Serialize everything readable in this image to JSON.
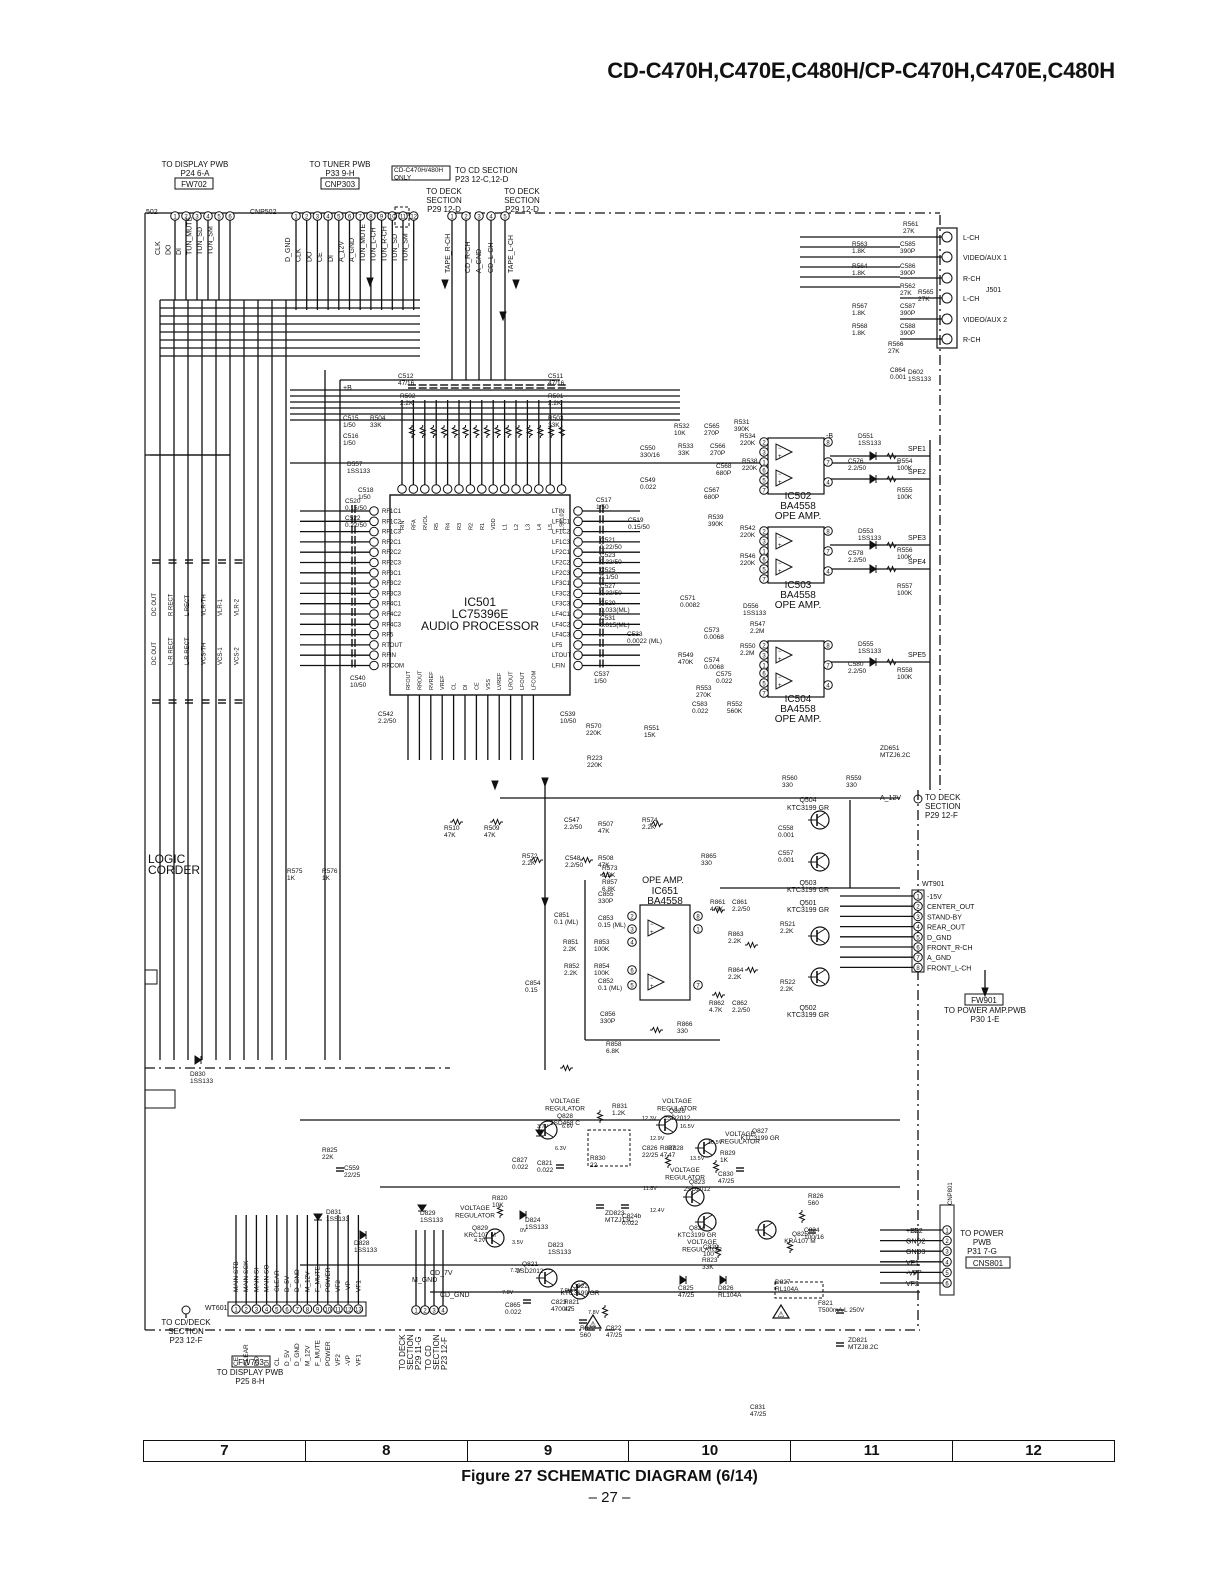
{
  "header": {
    "title": "CD-C470H,C470E,C480H/CP-C470H,C470E,C480H"
  },
  "connectors": {
    "to_display_top": [
      "TO DISPLAY PWB",
      "P24 6-A",
      "FW702"
    ],
    "to_tuner": [
      "TO TUNER PWB",
      "P33 9-H",
      "CNP303"
    ],
    "cd_only": [
      "CD-C470H/480H",
      "ONLY"
    ],
    "to_cd_top": [
      "TO CD SECTION",
      "P23 12-C,12-D"
    ],
    "to_deck_a": [
      "TO DECK",
      "SECTION",
      "P29 12-D"
    ],
    "to_deck_b": [
      "TO DECK",
      "SECTION",
      "P29 12-D"
    ],
    "to_deck_right": [
      "TO DECK",
      "SECTION",
      "P29 12-F"
    ],
    "to_power_amp": [
      "FW901",
      "TO POWER AMP.PWB",
      "P30 1-E"
    ],
    "to_power_pwb": [
      "TO POWER",
      "PWB",
      "P31 7-G",
      "CNS801"
    ],
    "to_cd_deck_bl": [
      "TO CD/DECK",
      "SECTION",
      "P23 12-F"
    ],
    "to_display_bl": [
      "FW703",
      "TO DISPLAY PWB",
      "P25 8-H"
    ],
    "cnp502": "CNP502",
    "j501": "J501",
    "wt901": "WT901",
    "wt601": "WT601",
    "cnp801": "CNP801"
  },
  "pin_labels": {
    "fw702": [
      "CLK",
      "DO",
      "DI",
      "TUN_MUTE",
      "TUN_SD",
      "TUN_SM"
    ],
    "cnp502": [
      "D_GND",
      "CLK",
      "DO",
      "CE",
      "DI",
      "A_12V",
      "A_GND",
      "TUN_MUTE",
      "TUN_L-CH",
      "TUN_R-CH",
      "TUN_SD",
      "TUN_SM"
    ],
    "deck_cd": [
      "TAPE_R-CH",
      "CD_R-CH",
      "A_GND",
      "CD_L-CH",
      "TAPE_L-CH"
    ],
    "jack": [
      "L-CH",
      "VIDEO/AUX 1",
      "R-CH",
      "L-CH",
      "VIDEO/AUX 2",
      "R-CH"
    ],
    "spe": [
      "SPE1",
      "SPE2",
      "SPE3",
      "SPE4",
      "SPE5"
    ],
    "wt901": [
      "-15V",
      "CENTER_OUT",
      "STAND-BY",
      "REAR_OUT",
      "D_GND",
      "FRONT_R-CH",
      "A_GND",
      "FRONT_L-CH"
    ],
    "cns801": [
      "+B2",
      "GND2",
      "GND3",
      "VF1",
      "-VP",
      "VF2"
    ],
    "wt601": [
      "CE",
      "CLEAR",
      "DO",
      "DI",
      "CL",
      "D_5V",
      "D_GND",
      "M_12V",
      "F_MUTE",
      "POWER",
      "VF2",
      "-VP",
      "VF1"
    ],
    "wt601_upper": [
      "MAIN STB",
      "MAIN SCK",
      "MAIN SI",
      "MAIN SO",
      "CLEAR",
      "D_5V",
      "D_GND",
      "M_12V",
      "F_MUTE",
      "POWER",
      "VF2",
      "-VP",
      "VF1"
    ],
    "left_labels": [
      "DC OUT",
      "R RECT",
      "L RECT",
      "VLR-TH",
      "VLR-1",
      "VLR-2",
      "DC OUT",
      "L-R RECT",
      "L-R RECT",
      "VCS-TH",
      "VCS-1",
      "VCS-2"
    ],
    "logic": [
      "LOGIC",
      "CORDER"
    ]
  },
  "ics": [
    {
      "ref": "IC501",
      "part": "LC75396E",
      "desc": "AUDIO PROCESSOR"
    },
    {
      "ref": "IC502",
      "part": "BA4558",
      "desc": "OPE AMP."
    },
    {
      "ref": "IC503",
      "part": "BA4558",
      "desc": "OPE AMP."
    },
    {
      "ref": "IC504",
      "part": "BA4558",
      "desc": "OPE AMP."
    },
    {
      "ref": "IC651",
      "part": "BA4558",
      "desc": "OPE AMP."
    }
  ],
  "ic501_pins_left": [
    "RF1C1",
    "RF1C2",
    "RF1C3",
    "RF2C1",
    "RF2C2",
    "RF2C3",
    "RF3C1",
    "RF3C2",
    "RF3C3",
    "RF4C1",
    "RF4C2",
    "RF4C3",
    "RF5",
    "RTOUT",
    "RFIN",
    "RFCOM"
  ],
  "ic501_pins_right": [
    "LTIN",
    "LF1C1",
    "LF1C2",
    "LF1C3",
    "LF2C1",
    "LF2C2",
    "LF2C3",
    "LF3C1",
    "LF3C2",
    "LF3C3",
    "LF4C1",
    "LF4C2",
    "LF4C3",
    "LF5",
    "LTOUT",
    "LFIN"
  ],
  "transistors": [
    {
      "ref": "Q504",
      "part": "KTC3199 GR"
    },
    {
      "ref": "Q503",
      "part": "KTC3199 GR"
    },
    {
      "ref": "Q501",
      "part": "KTC3199 GR"
    },
    {
      "ref": "Q502",
      "part": "KTC3199 GR"
    },
    {
      "ref": "Q828",
      "part": "2SD468 C",
      "role": "VOLTAGE REGULATOR"
    },
    {
      "ref": "Q826",
      "part": "2SD2012",
      "role": "VOLTAGE REGULATOR"
    },
    {
      "ref": "Q827",
      "part": "KTC3199 GR",
      "role": "VOLTAGE REGULATOR"
    },
    {
      "ref": "Q823",
      "part": "2SD2012",
      "role": "VOLTAGE REGULATOR"
    },
    {
      "ref": "Q824",
      "part": "KTC3199 GR",
      "role": "VOLTAGE REGULATOR"
    },
    {
      "ref": "Q829",
      "part": "KRC107 M",
      "role": "VOLTAGE REGULATOR"
    },
    {
      "ref": "Q821",
      "part": "2SD2012"
    },
    {
      "ref": "Q822",
      "part": "KTC3199 GR"
    },
    {
      "ref": "Q825",
      "part": "KRA107 M",
      "role": "SWITCHING"
    }
  ],
  "components": [
    [
      "R561",
      "27K"
    ],
    [
      "R563",
      "1.8K"
    ],
    [
      "C585",
      "390P"
    ],
    [
      "R564",
      "1.8K"
    ],
    [
      "C586",
      "390P"
    ],
    [
      "R562",
      "27K"
    ],
    [
      "R565",
      "27K"
    ],
    [
      "R567",
      "1.8K"
    ],
    [
      "C587",
      "390P"
    ],
    [
      "R568",
      "1.8K"
    ],
    [
      "C588",
      "390P"
    ],
    [
      "R566",
      "27K"
    ],
    [
      "C864",
      "0.001"
    ],
    [
      "D602",
      "1SS133"
    ],
    [
      "C512",
      "47/16"
    ],
    [
      "C511",
      "47/16"
    ],
    [
      "R502",
      "2.2K"
    ],
    [
      "R501",
      "2.2K"
    ],
    [
      "C515",
      "1/50"
    ],
    [
      "R504",
      "33K"
    ],
    [
      "R503",
      "33K"
    ],
    [
      "C516",
      "1/50"
    ],
    [
      "C518",
      "1/50"
    ],
    [
      "C520",
      "0.15/50"
    ],
    [
      "C522",
      "0.22/50"
    ],
    [
      "C550",
      "330/16"
    ],
    [
      "C549",
      "0.022"
    ],
    [
      "C517",
      "1/50"
    ],
    [
      "C519",
      "0.15/50"
    ],
    [
      "C521",
      "0.22/50"
    ],
    [
      "C523",
      "0.22/50"
    ],
    [
      "C525",
      "0.1/50"
    ],
    [
      "C527",
      "0.22/50"
    ],
    [
      "C529",
      "0.033(ML)"
    ],
    [
      "C531",
      "0.015(ML)"
    ],
    [
      "C533",
      "0.0022 (ML)"
    ],
    [
      "C537",
      "1/50"
    ],
    [
      "C539",
      "10/50"
    ],
    [
      "C540",
      "10/50"
    ],
    [
      "C542",
      "2.2/50"
    ],
    [
      "R570",
      "220K"
    ],
    [
      "R551",
      "15K"
    ],
    [
      "R223",
      "220K"
    ],
    [
      "D557",
      "1SS133"
    ],
    [
      "D551",
      "1SS133"
    ],
    [
      "D556",
      "1SS133"
    ],
    [
      "R532",
      "10K"
    ],
    [
      "C565",
      "270P"
    ],
    [
      "R531",
      "390K"
    ],
    [
      "R534",
      "220K"
    ],
    [
      "R533",
      "33K"
    ],
    [
      "C566",
      "270P"
    ],
    [
      "R538",
      "220K"
    ],
    [
      "C568",
      "680P"
    ],
    [
      "C567",
      "680P"
    ],
    [
      "C576",
      "2.2/50"
    ],
    [
      "R554",
      "100K"
    ],
    [
      "R555",
      "100K"
    ],
    [
      "R539",
      "390K"
    ],
    [
      "R542",
      "220K"
    ],
    [
      "R546",
      "220K"
    ],
    [
      "C578",
      "2.2/50"
    ],
    [
      "R556",
      "100K"
    ],
    [
      "R557",
      "100K"
    ],
    [
      "C571",
      "0.0082"
    ],
    [
      "R547",
      "2.2M"
    ],
    [
      "C573",
      "0.0068"
    ],
    [
      "R550",
      "2.2M"
    ],
    [
      "R549",
      "470K"
    ],
    [
      "C574",
      "0.0068"
    ],
    [
      "C575",
      "0.022"
    ],
    [
      "R553",
      "270K"
    ],
    [
      "C583",
      "0.022"
    ],
    [
      "R552",
      "560K"
    ],
    [
      "C580",
      "2.2/50"
    ],
    [
      "R558",
      "100K"
    ],
    [
      "D555",
      "1SS133"
    ],
    [
      "D553",
      "1SS133"
    ],
    [
      "R560",
      "330"
    ],
    [
      "R559",
      "330"
    ],
    [
      "ZD651",
      "MTZJ6.2C"
    ],
    [
      "C547",
      "2.2/50"
    ],
    [
      "R507",
      "47K"
    ],
    [
      "R574",
      "2.2K"
    ],
    [
      "R510",
      "47K"
    ],
    [
      "R509",
      "47K"
    ],
    [
      "R572",
      "2.2K"
    ],
    [
      "C548",
      "2.2/50"
    ],
    [
      "R508",
      "47K"
    ],
    [
      "R573",
      "2.2K"
    ],
    [
      "R865",
      "330"
    ],
    [
      "C558",
      "0.001"
    ],
    [
      "C557",
      "0.001"
    ],
    [
      "R857",
      "6.8K"
    ],
    [
      "C855",
      "330P"
    ],
    [
      "C851",
      "0.1 (ML)"
    ],
    [
      "C853",
      "0.15 (ML)"
    ],
    [
      "R851",
      "2.2K"
    ],
    [
      "R853",
      "100K"
    ],
    [
      "R852",
      "2.2K"
    ],
    [
      "R854",
      "100K"
    ],
    [
      "C854",
      "0.15"
    ],
    [
      "C852",
      "0.1 (ML)"
    ],
    [
      "C856",
      "330P"
    ],
    [
      "R866",
      "330"
    ],
    [
      "R858",
      "6.8K"
    ],
    [
      "R861",
      "4.7K"
    ],
    [
      "C861",
      "2.2/50"
    ],
    [
      "R863",
      "2.2K"
    ],
    [
      "R864",
      "2.2K"
    ],
    [
      "R862",
      "4.7K"
    ],
    [
      "C862",
      "2.2/50"
    ],
    [
      "R521",
      "2.2K"
    ],
    [
      "R522",
      "2.2K"
    ],
    [
      "R575",
      "1K"
    ],
    [
      "R576",
      "1K"
    ],
    [
      "D830",
      "1SS133"
    ],
    [
      "R831",
      "1.2K"
    ],
    [
      "R825",
      "22K"
    ],
    [
      "C559",
      "22/25"
    ],
    [
      "C826",
      "22/25"
    ],
    [
      "R828",
      "47"
    ],
    [
      "R829",
      "1K"
    ],
    [
      "C830",
      "47/25"
    ],
    [
      "R820",
      "10K"
    ],
    [
      "D824",
      "1SS133"
    ],
    [
      "D829",
      "1SS133"
    ],
    [
      "D831",
      "1SS133"
    ],
    [
      "D828",
      "1SS133"
    ],
    [
      "D823",
      "1SS133"
    ],
    [
      "C827",
      "0.022"
    ],
    [
      "R830",
      "22"
    ],
    [
      "R826",
      "560"
    ],
    [
      "R827",
      "47"
    ],
    [
      "C829",
      "100"
    ],
    [
      "R823",
      "33K"
    ],
    [
      "C825",
      "47/25"
    ],
    [
      "D826",
      "RL104A"
    ],
    [
      "D827",
      "RL104A"
    ],
    [
      "F821",
      "T500mA L 250V"
    ],
    [
      "C823",
      "4700/25"
    ],
    [
      "R821",
      "47"
    ],
    [
      "R822",
      "560"
    ],
    [
      "C822",
      "47/25"
    ],
    [
      "ZD821",
      "MTZJ8.2C"
    ],
    [
      "C865",
      "0.022"
    ],
    [
      "C821",
      "0.022"
    ],
    [
      "C824",
      "100/16"
    ],
    [
      "ZD823",
      "MTZJ13C"
    ],
    [
      "C824b",
      "0.022"
    ],
    [
      "C831",
      "47/25"
    ]
  ],
  "nets": [
    "+B",
    "-B",
    "A_12V",
    "CD_7V",
    "CD_GND",
    "M_GND",
    "+B2",
    "-VP"
  ],
  "voltages": [
    "3.7V",
    "6.6V",
    "6.3V",
    "12.3V",
    "16.5V",
    "12.9V",
    "13.5V",
    "18.5V",
    "11.8V",
    "12.4V",
    "4.2V",
    "3.5V",
    "0V",
    "7.3V",
    "7.8V",
    "7.9V",
    "7.8V"
  ],
  "grid": [
    "7",
    "8",
    "9",
    "10",
    "11",
    "12"
  ],
  "caption": "Figure 27 SCHEMATIC DIAGRAM (6/14)",
  "page_number": "– 27 –",
  "warning_symbol": "⚠"
}
